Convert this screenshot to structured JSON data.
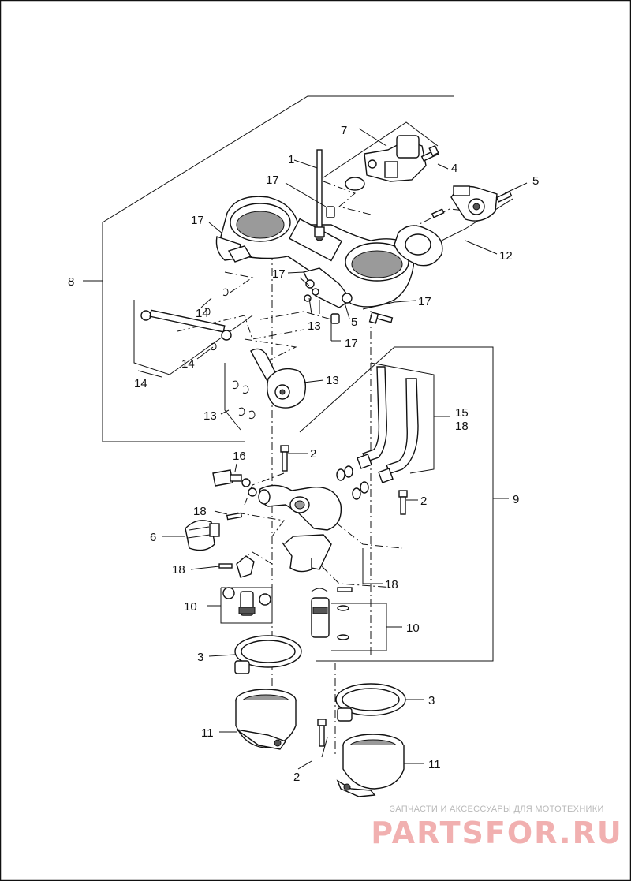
{
  "callouts": {
    "c1": "1",
    "c2a": "2",
    "c2b": "2",
    "c2c": "2",
    "c3a": "3",
    "c3b": "3",
    "c4": "4",
    "c5a": "5",
    "c5b": "5",
    "c6": "6",
    "c7": "7",
    "c8": "8",
    "c9": "9",
    "c10a": "10",
    "c10b": "10",
    "c11a": "11",
    "c11b": "11",
    "c12": "12",
    "c13a": "13",
    "c13b": "13",
    "c13c": "13",
    "c14a": "14",
    "c14b": "14",
    "c14c": "14",
    "c15": "15",
    "c16": "16",
    "c17a": "17",
    "c17b": "17",
    "c17c": "17",
    "c17d": "17",
    "c17e": "17",
    "c18a": "18",
    "c18b": "18",
    "c18c": "18",
    "c18d": "18"
  },
  "watermark": {
    "caption": "ЗАПЧАСТИ И АКСЕССУАРЫ ДЛЯ МОТОТЕХНИКИ",
    "brand": "PARTSFOR.RU"
  },
  "colors": {
    "line": "#111111",
    "watermark_brand": "#f1b0b0",
    "watermark_caption": "#b9b9b9"
  }
}
